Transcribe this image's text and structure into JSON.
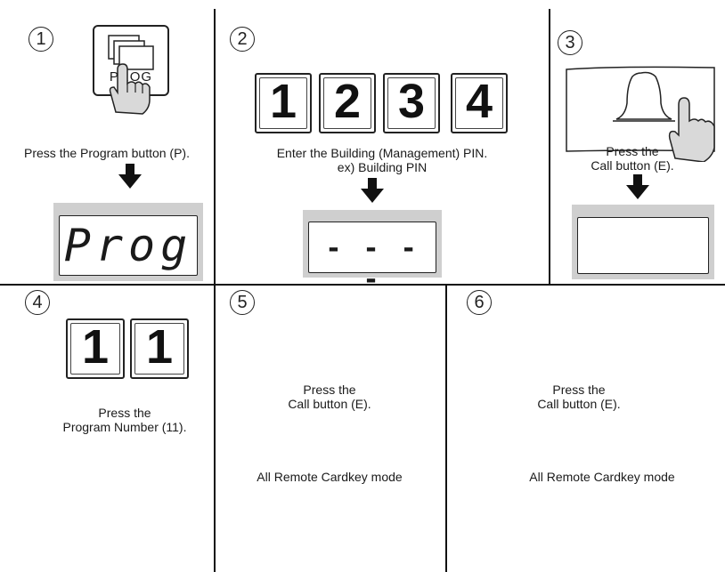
{
  "steps": {
    "s1": {
      "number": "1",
      "prog_label": "PROG",
      "caption": "Press the Program button (P).",
      "display_text": "Prog"
    },
    "s2": {
      "number": "2",
      "keys": [
        "1",
        "2",
        "3",
        "4"
      ],
      "caption_line1": "Enter the Building (Management) PIN.",
      "caption_line2": "ex) Building PIN",
      "display_text": "- - - -"
    },
    "s3": {
      "number": "3",
      "caption_line1": "Press the",
      "caption_line2": "Call button (E)."
    },
    "s4": {
      "number": "4",
      "keys": [
        "1",
        "1"
      ],
      "caption_line1": "Press the",
      "caption_line2": "Program Number (11)."
    },
    "s5": {
      "number": "5",
      "caption_line1": "Press the",
      "caption_line2": "Call button (E).",
      "mode": "All Remote Cardkey mode"
    },
    "s6": {
      "number": "6",
      "caption_line1": "Press the",
      "caption_line2": "Call button (E).",
      "mode": "All Remote Cardkey mode"
    }
  },
  "colors": {
    "frame_gray": "#cfcfcf",
    "hand_gray": "#d9d9d9",
    "line": "#111111"
  }
}
